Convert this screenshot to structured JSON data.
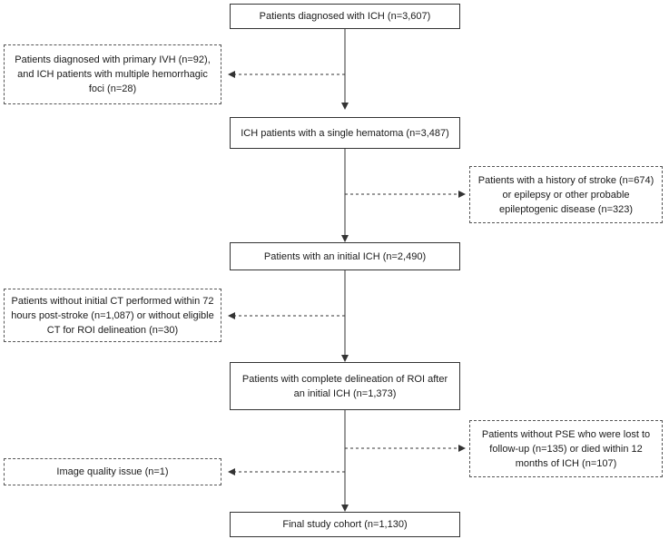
{
  "main_boxes": [
    {
      "text": "Patients diagnosed with ICH (n=3,607)"
    },
    {
      "text": "ICH patients with a single hematoma (n=3,487)"
    },
    {
      "text": "Patients with an initial ICH (n=2,490)"
    },
    {
      "text": "Patients with complete delineation of ROI after an initial ICH (n=1,373)"
    },
    {
      "text": "Final study cohort (n=1,130)"
    }
  ],
  "exclusions": [
    {
      "text": "Patients diagnosed with primary IVH (n=92), and ICH patients with multiple hemorrhagic foci (n=28)"
    },
    {
      "text": "Patients with a history of stroke (n=674) or epilepsy or other probable epileptogenic disease (n=323)"
    },
    {
      "text": "Patients without initial CT performed within 72 hours post-stroke (n=1,087) or without eligible CT for ROI delineation (n=30)"
    },
    {
      "text": "Patients without PSE who were lost to follow-up (n=135) or died within 12 months of ICH (n=107)"
    },
    {
      "text": "Image quality issue (n=1)"
    }
  ]
}
